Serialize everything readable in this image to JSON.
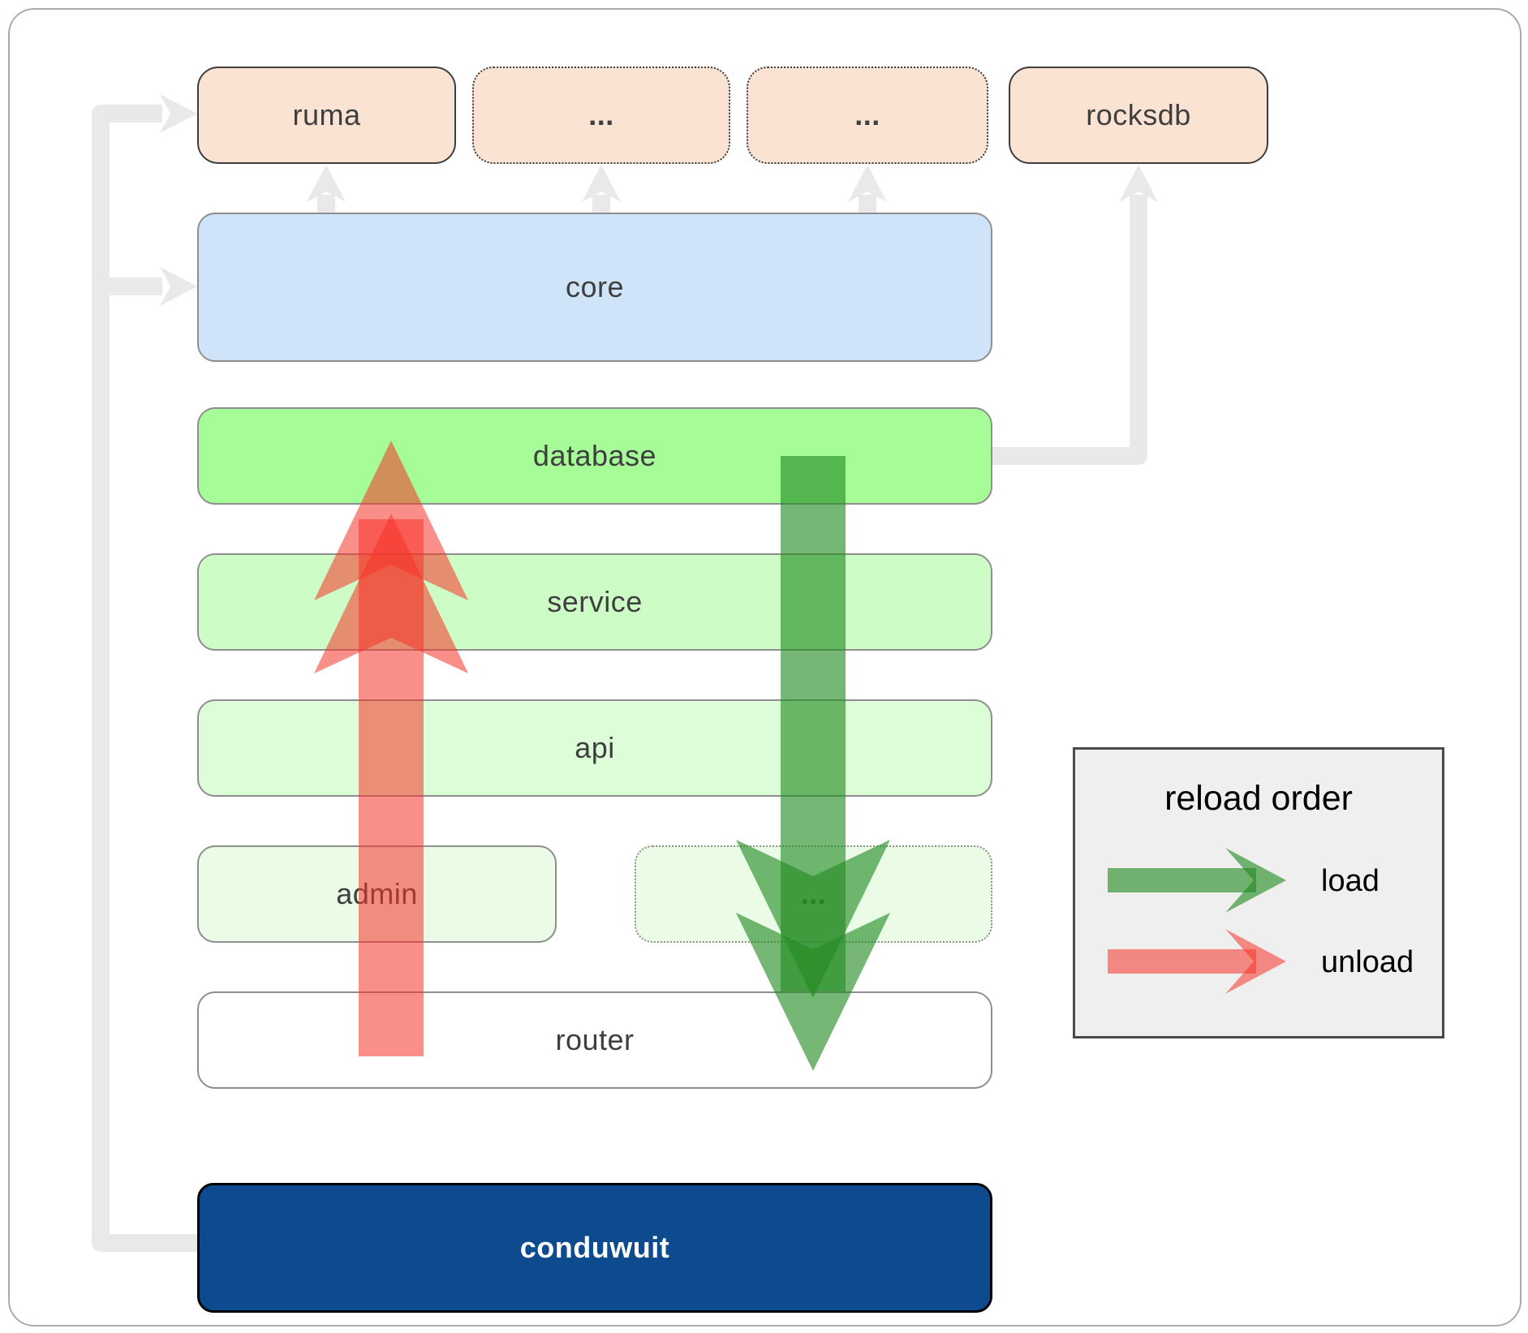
{
  "nodes": {
    "ruma": {
      "label": "ruma"
    },
    "ext1": {
      "label": "..."
    },
    "ext2": {
      "label": "..."
    },
    "rocksdb": {
      "label": "rocksdb"
    },
    "core": {
      "label": "core"
    },
    "database": {
      "label": "database"
    },
    "service": {
      "label": "service"
    },
    "api": {
      "label": "api"
    },
    "admin": {
      "label": "admin"
    },
    "admin_ext": {
      "label": "..."
    },
    "router": {
      "label": "router"
    },
    "conduwuit": {
      "label": "conduwuit"
    }
  },
  "legend": {
    "title": "reload order",
    "items": [
      {
        "label": "load"
      },
      {
        "label": "unload"
      }
    ]
  },
  "colors": {
    "peach_fill": "#fbe3d3",
    "peach_border": "#3d3d3d",
    "core_fill": "#cfe4f8",
    "database_fill": "#a6fc96",
    "service_fill": "#cefcc6",
    "api_fill": "#ddfcd8",
    "admin_fill": "#eafbe6",
    "router_fill": "#ffffff",
    "row_border": "#8f8f8f",
    "conduwuit_fill": "#0d4b8e",
    "conduwuit_text": "#ffffff",
    "label_text": "#3f3f3f",
    "connector_gray": "#e9e9e9",
    "load_green": "rgba(34,139,34,0.62)",
    "unload_red": "rgba(246,51,40,0.55)",
    "legend_bg": "#efefef",
    "legend_border": "#4a4a4a",
    "legend_text": "#000000"
  }
}
